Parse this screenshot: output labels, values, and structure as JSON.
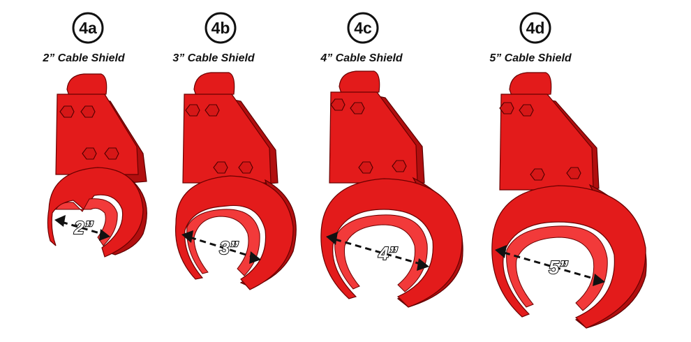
{
  "shields": [
    {
      "badge": "4a",
      "caption": "2” Cable Shield",
      "dimension": "2”"
    },
    {
      "badge": "4b",
      "caption": "3” Cable Shield",
      "dimension": "3”"
    },
    {
      "badge": "4c",
      "caption": "4” Cable Shield",
      "dimension": "4”"
    },
    {
      "badge": "4d",
      "caption": "5” Cable Shield",
      "dimension": "5”"
    }
  ],
  "colors": {
    "shield_red": "#e31b1b",
    "shield_shadow": "#b10f0f",
    "outline": "#111111"
  }
}
